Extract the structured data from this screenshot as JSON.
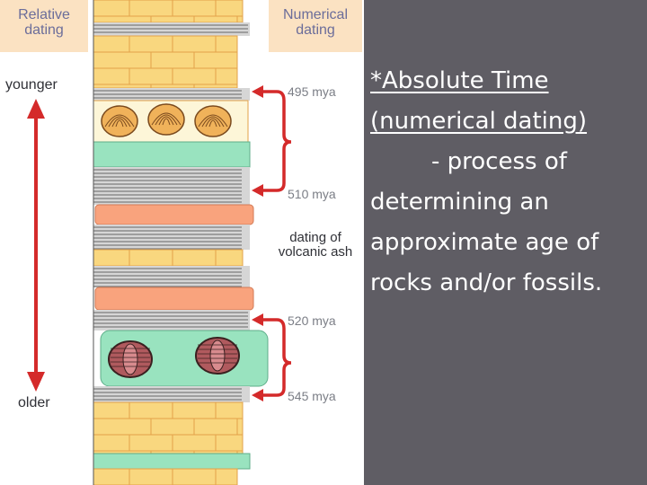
{
  "figure": {
    "relative_header": "Relative\ndating",
    "numerical_header": "Numerical\ndating",
    "younger_label": "younger",
    "older_label": "older",
    "dates": [
      {
        "label": "495 mya"
      },
      {
        "label": "510 mya"
      },
      {
        "label": "520 mya"
      },
      {
        "label": "545 mya"
      }
    ],
    "volcanic_ash_label": "dating of\nvolcanic ash",
    "colors": {
      "limestone": "#f9d77f",
      "limestone_edge": "#e2a24a",
      "shale": "#d6d6d6",
      "shale_line": "#7d7d7d",
      "green_layer": "#99e3bf",
      "orange_layer": "#f9a37d",
      "arrow_red": "#d42a2a",
      "header_bg": "#fbe2c2",
      "header_text": "#6b6d9a"
    },
    "fossils": [
      "brachiopod-shell",
      "brachiopod-shell",
      "brachiopod-shell",
      "trilobite",
      "trilobite"
    ]
  },
  "text": {
    "title": "*Absolute Time ",
    "subtitle": "(numerical dating)   ",
    "line1": "- process of",
    "line2": "determining an",
    "line3": "approximate age of",
    "line4": "rocks and/or fossils."
  }
}
